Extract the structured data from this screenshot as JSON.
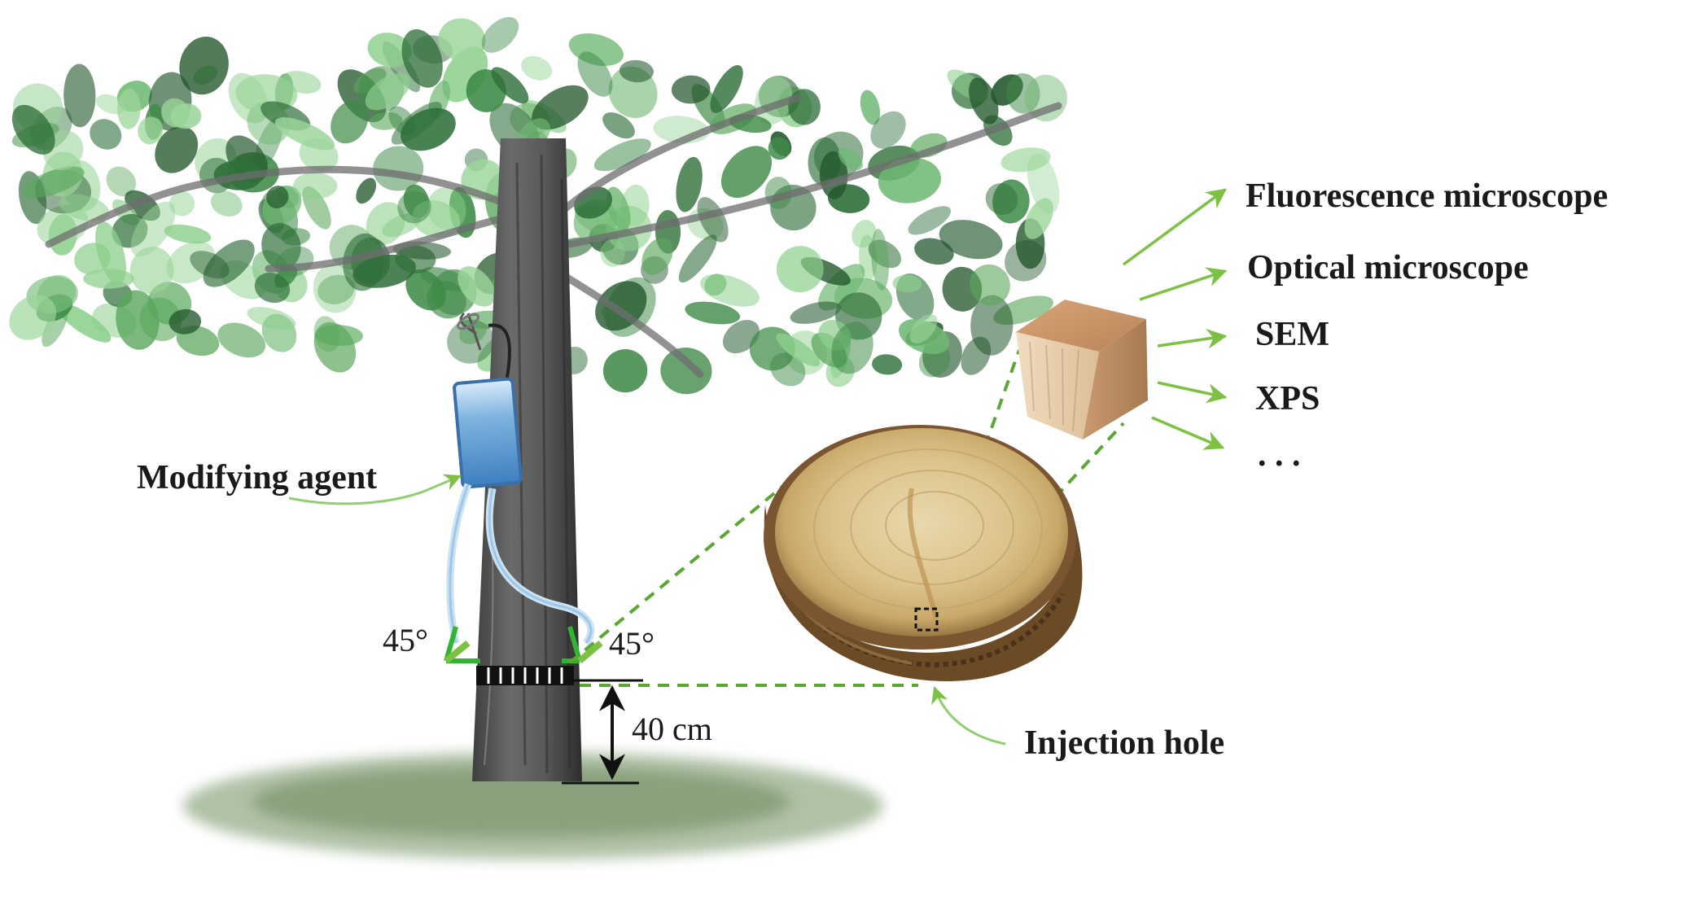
{
  "labels": {
    "modifying_agent": "Modifying agent",
    "angle_left": "45°",
    "angle_right": "45°",
    "height": "40 cm",
    "injection_hole": "Injection hole",
    "fluorescence": "Fluorescence microscope",
    "optical": "Optical microscope",
    "sem": "SEM",
    "xps": "XPS",
    "ellipsis": ". . ."
  },
  "colors": {
    "arrow_green": "#7dc142",
    "dash_green": "#5aa832",
    "foliage_dark": "#2f6f3a",
    "foliage_light": "#8ccf8c",
    "trunk": "#555555",
    "bag_blue": "#5b9bd5",
    "wood_light": "#e3cfa0",
    "bark_brown": "#6b4a26",
    "ground_green": "#6f8f5f"
  },
  "icons": {
    "infusion_bag": "iv-bag-icon",
    "wood_cube": "wood-sample-cube",
    "trunk_slice": "trunk-cross-section"
  }
}
